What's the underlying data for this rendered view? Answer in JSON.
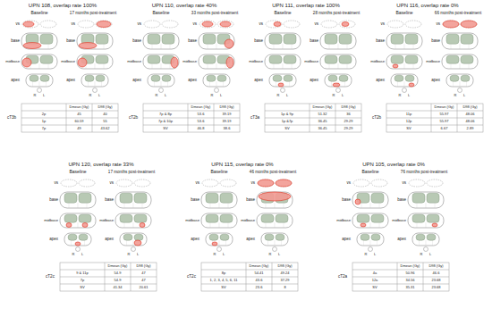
{
  "diagram": {
    "labels": [
      "UPN 108, overlap rate 100%",
      "Baseline",
      "17 months post-treatment",
      "vs",
      "base",
      "midbase",
      "apex",
      "R",
      "L",
      "vs",
      "base",
      "midbase",
      "apex",
      "R",
      "L",
      "cT3b",
      "Dmean (Gy)",
      "D98 (Gy)",
      "2p",
      "45",
      "40",
      "1p",
      "60.59",
      "55",
      "7p",
      "49",
      "43.62",
      "UPN 110, overlap rate 40%",
      "Baseline",
      "33 months post-treatment",
      "vs",
      "base",
      "midbase",
      "apex",
      "R",
      "L",
      "vs",
      "base",
      "midbase",
      "apex",
      "R",
      "L",
      "cT2b",
      "Dmean (Gy)",
      "D98 (Gy)",
      "7p & 8p",
      "53.6",
      "39.19",
      "7p & 10p",
      "53.6",
      "39.19",
      "SV",
      "46.8",
      "38.6",
      "UPN 111, overlap rate 100%",
      "Baseline",
      "28 months post-treatment",
      "vs",
      "base",
      "midbase",
      "apex",
      "R",
      "L",
      "vs",
      "base",
      "midbase",
      "apex",
      "R",
      "L",
      "cT3a",
      "Dmean (Gy)",
      "D98 (Gy)",
      "1p & 9p",
      "51.32",
      "36",
      "1p &7p",
      "36.45",
      "29.29",
      "SV",
      "36.45",
      "29.29",
      "UPN 116, overlap rate 0%",
      "Baseline",
      "66 months post-treatment",
      "vs",
      "base",
      "midbase",
      "apex",
      "R",
      "L",
      "vs",
      "base",
      "midbase",
      "apex",
      "R",
      "L",
      "cT2b",
      "Dmean (Gy)",
      "D98 (Gy)",
      "11p",
      "55.97",
      "48.06",
      "12p",
      "55.97",
      "48.06",
      "SV",
      "6.67",
      "2.89",
      "UPN 120, overlap rate 33%",
      "Baseline",
      "17 months post-treatment",
      "vs",
      "base",
      "midbase",
      "apex",
      "R",
      "L",
      "vs",
      "base",
      "midbase",
      "apex",
      "R",
      "L",
      "cT2c",
      "Dmean (Gy)",
      "D98 (Gy)",
      "9 & 11p",
      "54.9",
      "47",
      "7p",
      "54.9",
      "47",
      "SV",
      "41.34",
      "20.61",
      "UPN 115, overlap rate 0%",
      "Baseline",
      "46 months post-treatment",
      "vs",
      "base",
      "midbase",
      "apex",
      "R",
      "L",
      "vs",
      "base",
      "midbase",
      "apex",
      "R",
      "L",
      "cT2c",
      "Dmean (Gy)",
      "D98 (Gy)",
      "8p",
      "54.41",
      "49.24",
      "1, 2, 3, 4, 5, 6, 11",
      "43.6",
      "37.29",
      "SV",
      "23.6",
      "8",
      "UPN 105, overlap rate 0%",
      "Baseline",
      "76 months post-treatment",
      "vs",
      "base",
      "midbase",
      "apex",
      "R",
      "L",
      "vs",
      "base",
      "midbase",
      "apex",
      "R",
      "L",
      "cT2a",
      "Dmean (Gy)",
      "D98 (Gy)",
      "4a",
      "50.96",
      "46.6",
      "12a",
      "34.56",
      "23.68",
      "SV",
      "35.31",
      "23.68"
    ]
  }
}
